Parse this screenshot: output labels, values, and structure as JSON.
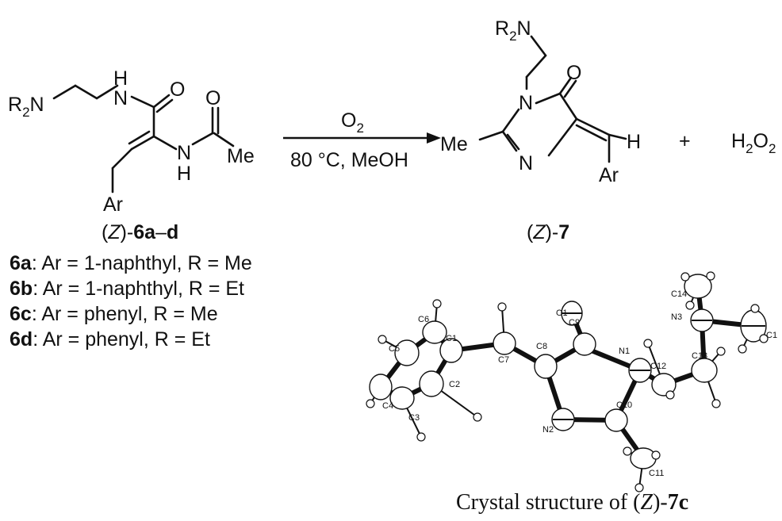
{
  "reactant": {
    "r2n": "R",
    "r2n_sub": "2",
    "r2n_tail": "N",
    "h_top": "H",
    "n_top": "N",
    "o_top": "O",
    "n_mid": "N",
    "h_mid": "H",
    "o_acetyl": "O",
    "me": "Me",
    "ar": "Ar",
    "label_open": "(",
    "label_z": "Z",
    "label_close": ")-",
    "label_bold": "6a",
    "label_dash": "–",
    "label_bold2": "d"
  },
  "arrow": {
    "reagent_main": "O",
    "reagent_sub": "2",
    "conditions": "80 °C,  MeOH"
  },
  "product": {
    "r2n": "R",
    "r2n_sub": "2",
    "r2n_tail": "N",
    "n1": "N",
    "o": "O",
    "me": "Me",
    "n2": "N",
    "h": "H",
    "ar": "Ar",
    "label_open": "(",
    "label_z": "Z",
    "label_close": ")-",
    "label_bold": "7"
  },
  "byproduct": {
    "plus": "+",
    "h": "H",
    "h_sub": "2",
    "o": "O",
    "o_sub": "2"
  },
  "compounds": [
    {
      "id": "6a",
      "text": ": Ar = 1-naphthyl, R = Me"
    },
    {
      "id": "6b",
      "text": ": Ar = 1-naphthyl, R = Et"
    },
    {
      "id": "6c",
      "text": ": Ar = phenyl, R = Me"
    },
    {
      "id": "6d",
      "text": ": Ar = phenyl, R = Et"
    }
  ],
  "crystal": {
    "atom_labels": [
      "O1",
      "C9",
      "C8",
      "C7",
      "C1",
      "C6",
      "C5",
      "C4",
      "C3",
      "C2",
      "N1",
      "N2",
      "C10",
      "C11",
      "C12",
      "C13",
      "N3",
      "C14",
      "C1"
    ],
    "caption_pre": "Crystal structure of (",
    "caption_z": "Z",
    "caption_mid": ")-",
    "caption_bold": "7c"
  }
}
